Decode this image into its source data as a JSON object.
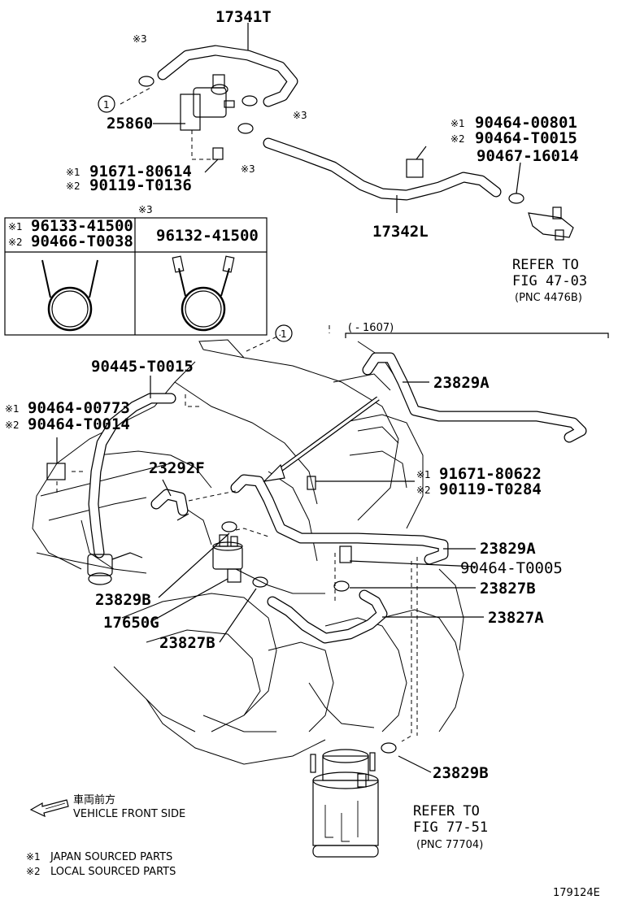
{
  "figure_number": "179124E",
  "parts": {
    "p17341T": "17341T",
    "p25860": "25860",
    "p91671_80614": "91671-80614",
    "p90119_T0136": "90119-T0136",
    "p90464_00801": "90464-00801",
    "p90464_T0015": "90464-T0015",
    "p90467_16014": "90467-16014",
    "p17342L": "17342L",
    "p90445_T0015": "90445-T0015",
    "p90464_00773": "90464-00773",
    "p90464_T0014": "90464-T0014",
    "p23292F": "23292F",
    "p23829A_top": "23829A",
    "p91671_80622": "91671-80622",
    "p90119_T0284": "90119-T0284",
    "p23829A_mid": "23829A",
    "p90464_T0005": "90464-T0005",
    "p23827B_right": "23827B",
    "p23827A": "23827A",
    "p23829B_left": "23829B",
    "p17650G": "17650G",
    "p23827B_left": "23827B",
    "p23829B_bottom": "23829B"
  },
  "marks": {
    "m1": "※1",
    "m2": "※2",
    "m3": "※3",
    "circle_one": "1"
  },
  "clamp_table": {
    "title_mark": "※3",
    "col1_line1": "96133-41500",
    "col1_line2": "90466-T0038",
    "col2": "96132-41500"
  },
  "references": {
    "fig47_line1": "REFER TO",
    "fig47_line2": "FIG 47-03",
    "fig47_line3": "(PNC 4476B)",
    "fig77_line1": "REFER TO",
    "fig77_line2": "FIG 77-51",
    "fig77_line3": "(PNC 77704)"
  },
  "date_range": "(    - 1607)",
  "front_label_jp": "車両前方",
  "front_label_en": "VEHICLE FRONT SIDE",
  "legend": {
    "l1": "JAPAN SOURCED PARTS",
    "l2": "LOCAL SOURCED PARTS"
  }
}
